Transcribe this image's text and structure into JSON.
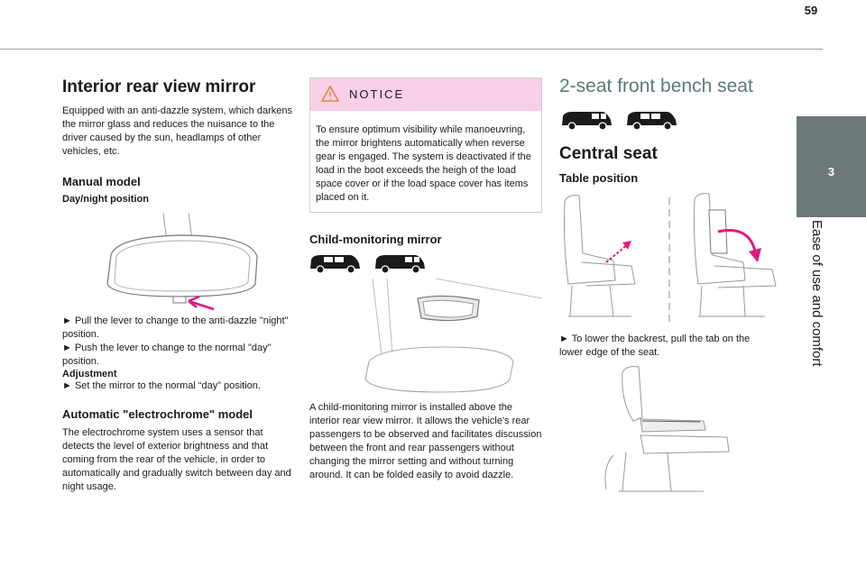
{
  "page": {
    "number": "59"
  },
  "side_tab": {
    "number": "3",
    "label": "Ease of use and comfort"
  },
  "col1": {
    "title": "Interior rear view mirror",
    "intro": "Equipped with an anti-dazzle system, which darkens the mirror glass and reduces the nuisance to the driver caused by the sun, headlamps of other vehicles, etc.",
    "manual_heading": "Manual model",
    "daynight_heading": "Day/night position",
    "step1": "► Pull the lever to change to the anti-dazzle \"night\" position.",
    "step2": "► Push the lever to change to the normal \"day\" position.",
    "adjustment_heading": "Adjustment",
    "step3": "► Set the mirror to the normal “day” position.",
    "auto_heading": "Automatic \"electrochrome\" model",
    "auto_text": "The electrochrome system uses a sensor that detects the level of exterior brightness and that coming from the rear of the vehicle, in order to automatically and gradually switch between day and night usage."
  },
  "col2": {
    "notice_title": "NOTICE",
    "notice_text": "To ensure optimum visibility while manoeuvring, the mirror brightens automatically when reverse gear is engaged. The system is deactivated if the load in the boot exceeds the heigh of the load space cover or if the load space cover has items placed on it.",
    "child_heading": "Child-monitoring mirror",
    "child_text": "A child-monitoring mirror is installed above the interior rear view mirror. It allows the vehicle's rear passengers to be observed and facilitates discussion between the front and rear passengers without changing the mirror setting and without turning around. It can be folded easily to avoid dazzle."
  },
  "col3": {
    "title": "2-seat front bench seat",
    "central_heading": "Central seat",
    "table_heading": "Table position",
    "step_lower": "► To lower the backrest, pull the tab on the lower edge of the seat."
  },
  "colors": {
    "accent_magenta": "#e0197d",
    "notice_bg": "#f9cfe8",
    "tab_bg": "#6d7878"
  },
  "icons": [
    "warning-triangle-icon",
    "passenger-van-icon",
    "utility-van-icon"
  ]
}
